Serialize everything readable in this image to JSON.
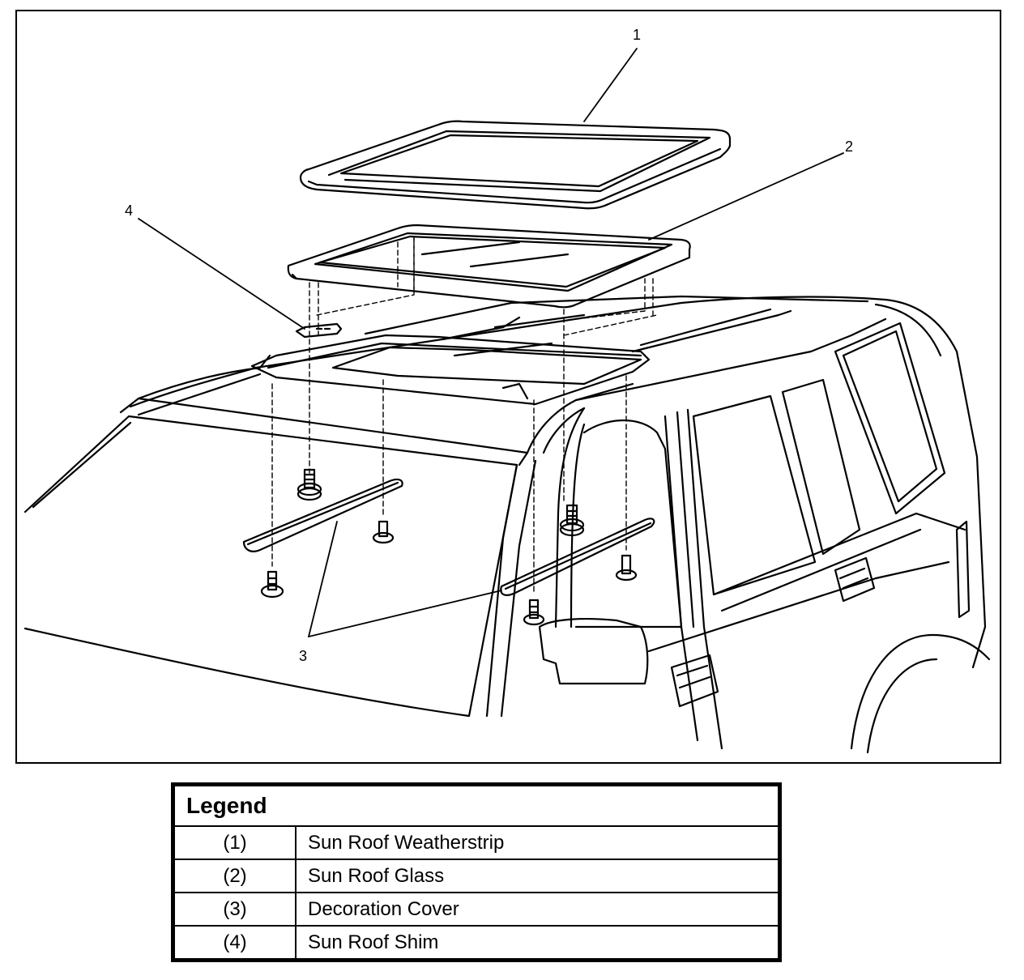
{
  "figure": {
    "callouts": [
      {
        "id": "1",
        "label": "1"
      },
      {
        "id": "2",
        "label": "2"
      },
      {
        "id": "3",
        "label": "3"
      },
      {
        "id": "4",
        "label": "4"
      }
    ]
  },
  "legend": {
    "title": "Legend",
    "rows": [
      {
        "num": "(1)",
        "desc": "Sun Roof Weatherstrip"
      },
      {
        "num": "(2)",
        "desc": "Sun Roof Glass"
      },
      {
        "num": "(3)",
        "desc": "Decoration Cover"
      },
      {
        "num": "(4)",
        "desc": "Sun Roof Shim"
      }
    ]
  }
}
